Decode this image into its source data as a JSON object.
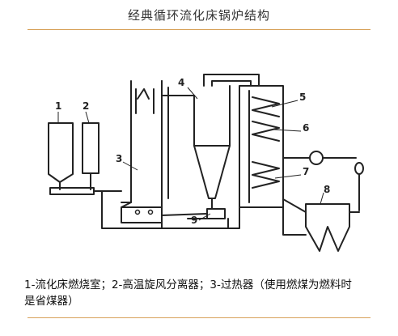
{
  "title": "经典循环流化床锅炉结构",
  "labels": {
    "n1": "1",
    "n2": "2",
    "n3": "3",
    "n4": "4",
    "n5": "5",
    "n6": "6",
    "n7": "7",
    "n8": "8",
    "n9": "9"
  },
  "caption_line1": "1-流化床燃烧室；2-高温旋风分离器；3-过热器（使用燃煤为燃料时",
  "caption_line2": "是省煤器）",
  "colors": {
    "rule": "#d8a25a",
    "line": "#222222"
  }
}
